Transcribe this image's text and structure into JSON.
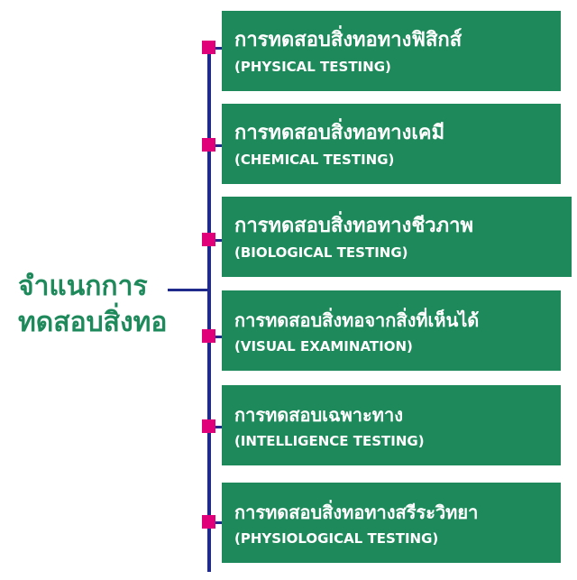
{
  "root": {
    "line1": "จำแนกการ",
    "line2": "ทดสอบสิ่งทอ"
  },
  "categories": [
    {
      "thai": "การทดสอบสิ่งทอทางฟิสิกส์",
      "english": "(PHYSICAL TESTING)"
    },
    {
      "thai": "การทดสอบสิ่งทอทางเคมี",
      "english": "(CHEMICAL TESTING)"
    },
    {
      "thai": "การทดสอบสิ่งทอทางชีวภาพ",
      "english": "(BIOLOGICAL TESTING)"
    },
    {
      "thai": "การทดสอบสิ่งทอจากสิ่งที่เห็นได้",
      "english": "(VISUAL EXAMINATION)"
    },
    {
      "thai": "การทดสอบเฉพาะทาง",
      "english": "(INTELLIGENCE TESTING)"
    },
    {
      "thai": "การทดสอบสิ่งทอทางสรีระวิทยา",
      "english": "(PHYSIOLOGICAL TESTING)"
    }
  ],
  "colors": {
    "box": "#1e8a5c",
    "connector": "#1f2a8c",
    "marker": "#e0007a",
    "text": "#ffffff"
  }
}
